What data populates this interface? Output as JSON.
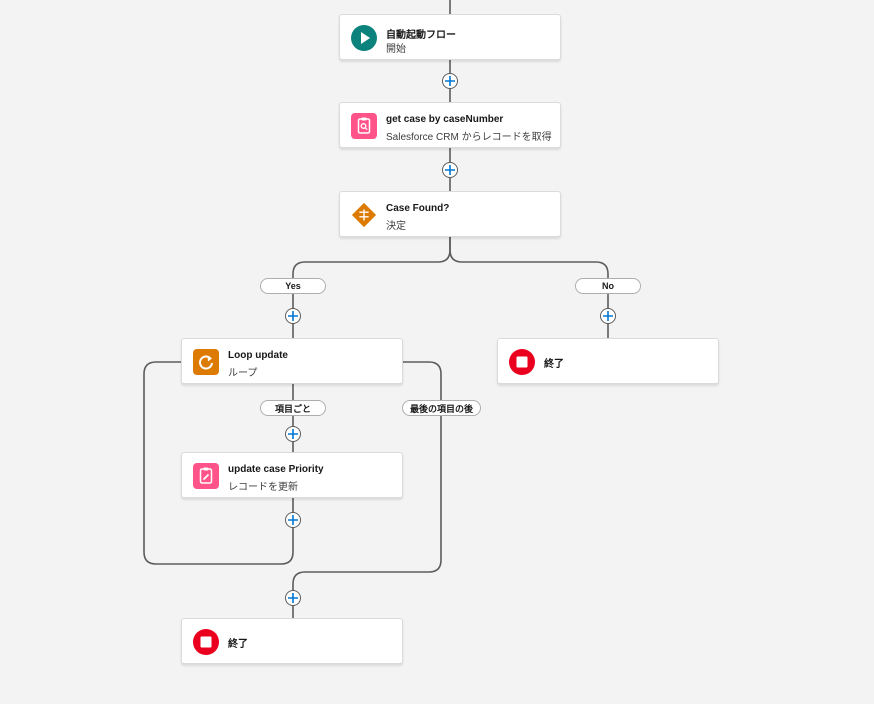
{
  "flow": {
    "start": {
      "title": "自動起動フロー",
      "subtitle": "開始"
    },
    "get_records": {
      "title": "get case by caseNumber",
      "subtitle": "Salesforce CRM からレコードを取得"
    },
    "decision": {
      "title": "Case Found?",
      "subtitle": "決定"
    },
    "yes_label": "Yes",
    "no_label": "No",
    "end_no": {
      "title": "終了"
    },
    "loop": {
      "title": "Loop update",
      "subtitle": "ループ"
    },
    "for_each_label": "項目ごと",
    "after_last_label": "最後の項目の後",
    "update_records": {
      "title": "update case Priority",
      "subtitle": "レコードを更新"
    },
    "end_main": {
      "title": "終了"
    }
  },
  "colors": {
    "canvas": "#f3f3f3",
    "start_icon": "#0b827c",
    "record_icon": "#ff538a",
    "decision_icon": "#dd7a01",
    "loop_icon": "#dd7a01",
    "end_icon": "#ea001e",
    "connector": "#5c5c5c",
    "add_button_plus": "#0176d3"
  },
  "icons": {
    "start": "play-icon",
    "get_records": "clipboard-search-icon",
    "decision": "decision-diamond-icon",
    "loop": "loop-refresh-icon",
    "update_records": "clipboard-edit-icon",
    "end": "stop-icon",
    "add": "plus-icon"
  }
}
